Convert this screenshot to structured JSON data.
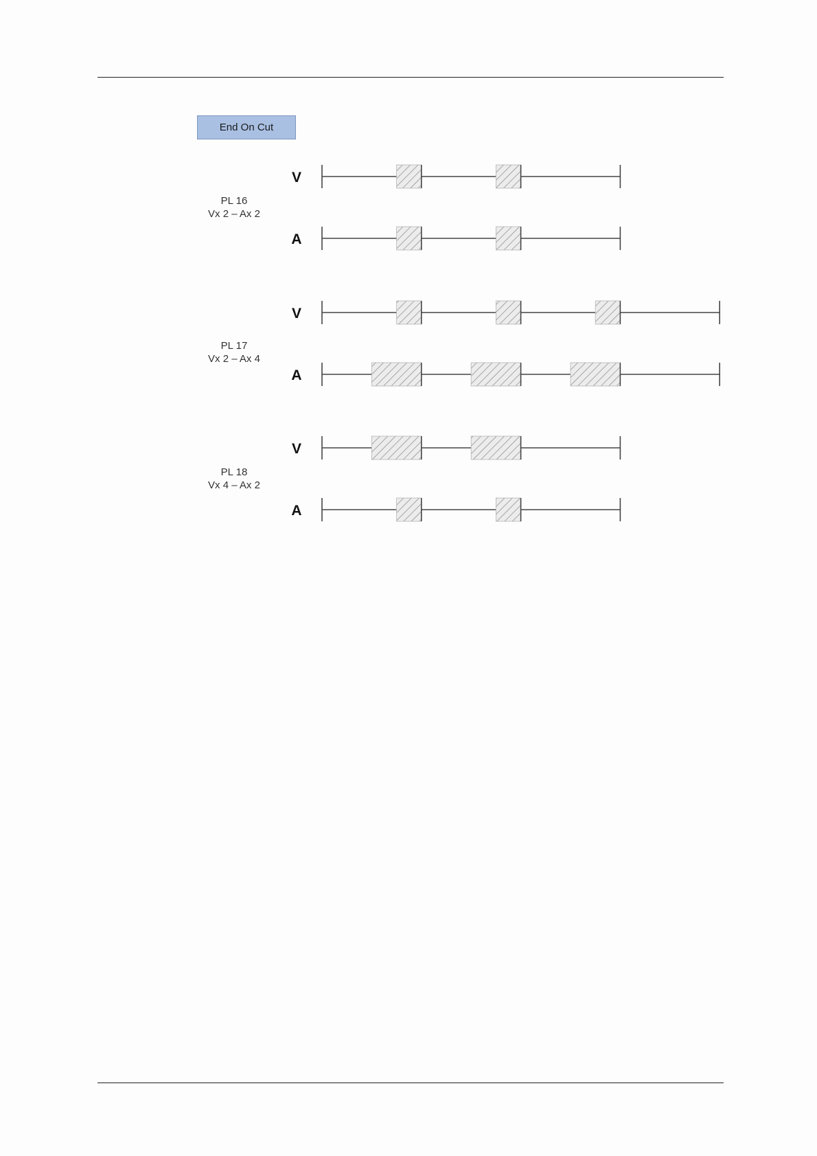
{
  "header": {
    "badge_label": "End On Cut"
  },
  "groups": [
    {
      "title": "PL 16",
      "subtitle": "Vx 2 – Ax 2",
      "tracks": [
        {
          "label": "V",
          "length": 6,
          "segments": [
            [
              1.5,
              2
            ],
            [
              3.5,
              4
            ]
          ]
        },
        {
          "label": "A",
          "length": 6,
          "segments": [
            [
              1.5,
              2
            ],
            [
              3.5,
              4
            ]
          ]
        }
      ]
    },
    {
      "title": "PL 17",
      "subtitle": "Vx 2 – Ax 4",
      "tracks": [
        {
          "label": "V",
          "length": 8,
          "segments": [
            [
              1.5,
              2
            ],
            [
              3.5,
              4
            ],
            [
              5.5,
              6
            ]
          ]
        },
        {
          "label": "A",
          "length": 8,
          "segments": [
            [
              1,
              2
            ],
            [
              3,
              4
            ],
            [
              5,
              6
            ]
          ]
        }
      ]
    },
    {
      "title": "PL 18",
      "subtitle": "Vx 4 – Ax 2",
      "tracks": [
        {
          "label": "V",
          "length": 6,
          "segments": [
            [
              1,
              2
            ],
            [
              3,
              4
            ]
          ]
        },
        {
          "label": "A",
          "length": 6,
          "segments": [
            [
              1.5,
              2
            ],
            [
              3.5,
              4
            ]
          ]
        }
      ]
    }
  ],
  "colors": {
    "line": "#444444",
    "hatch": "#888888",
    "segment_fill": "#ececec",
    "badge_fill": "#a9c0e3"
  }
}
